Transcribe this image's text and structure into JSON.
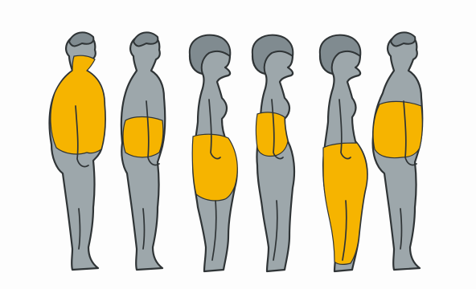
{
  "figures": [
    {
      "sex": "male",
      "fat_area": "upper-body"
    },
    {
      "sex": "male",
      "fat_area": "mid-belly"
    },
    {
      "sex": "female",
      "fat_area": "hips-thighs"
    },
    {
      "sex": "female",
      "fat_area": "lower-belly"
    },
    {
      "sex": "female",
      "fat_area": "full-legs"
    },
    {
      "sex": "male",
      "fat_area": "big-belly"
    }
  ],
  "colors": {
    "background": "#fdfdfd",
    "body": "#9da7ab",
    "outline": "#2f3436",
    "fat_highlight": "#f6b400",
    "hair": "#808b90"
  }
}
